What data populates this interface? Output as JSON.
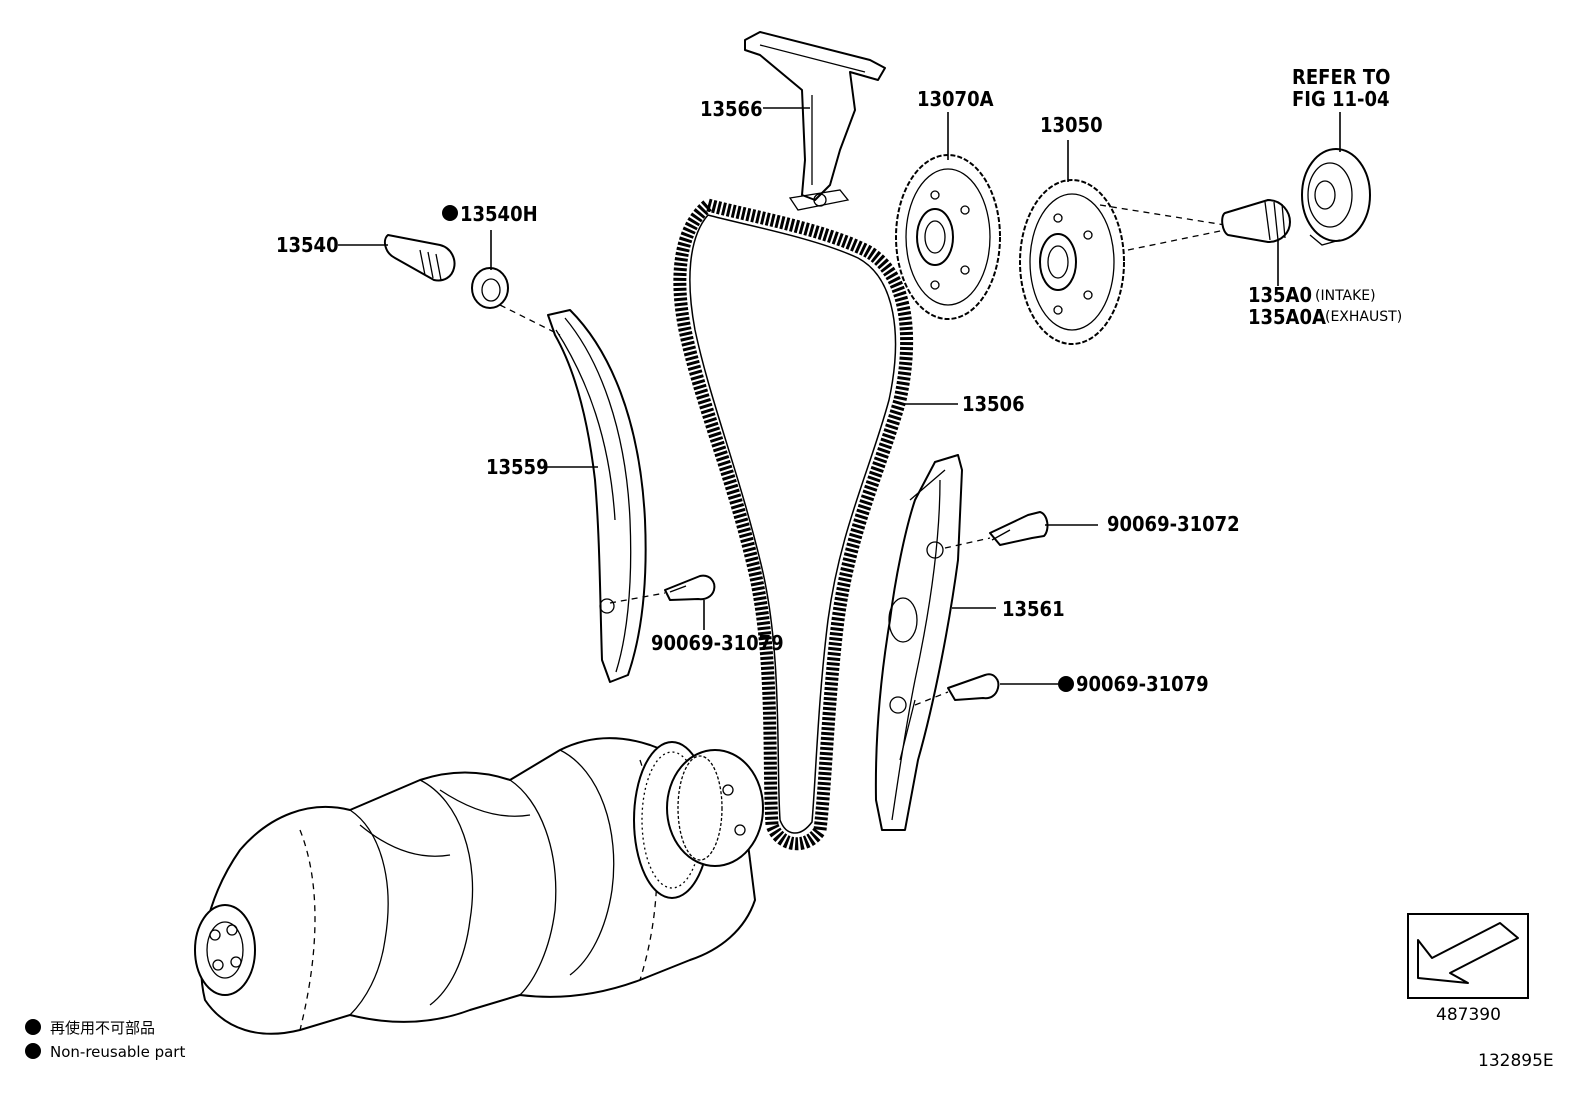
{
  "callouts": {
    "p13566": "13566",
    "p13070a": "13070A",
    "p13050": "13050",
    "refer_line1": "REFER TO",
    "refer_line2": "FIG 11-04",
    "p13540h": "13540H",
    "p13540": "13540",
    "p135a0": "135A0",
    "p135a0_note": "(INTAKE)",
    "p135a0a": "135A0A",
    "p135a0a_note": "(EXHAUST)",
    "p13506": "13506",
    "p13559": "13559",
    "p90069_31072": "90069-31072",
    "p13561": "13561",
    "p90069_31079_left": "90069-31079",
    "p90069_31079_right": "90069-31079"
  },
  "legend": {
    "line1": "再使用不可部品",
    "line2": "Non-reusable part"
  },
  "inset": {
    "code": "487390"
  },
  "illustration_number": "132895E"
}
